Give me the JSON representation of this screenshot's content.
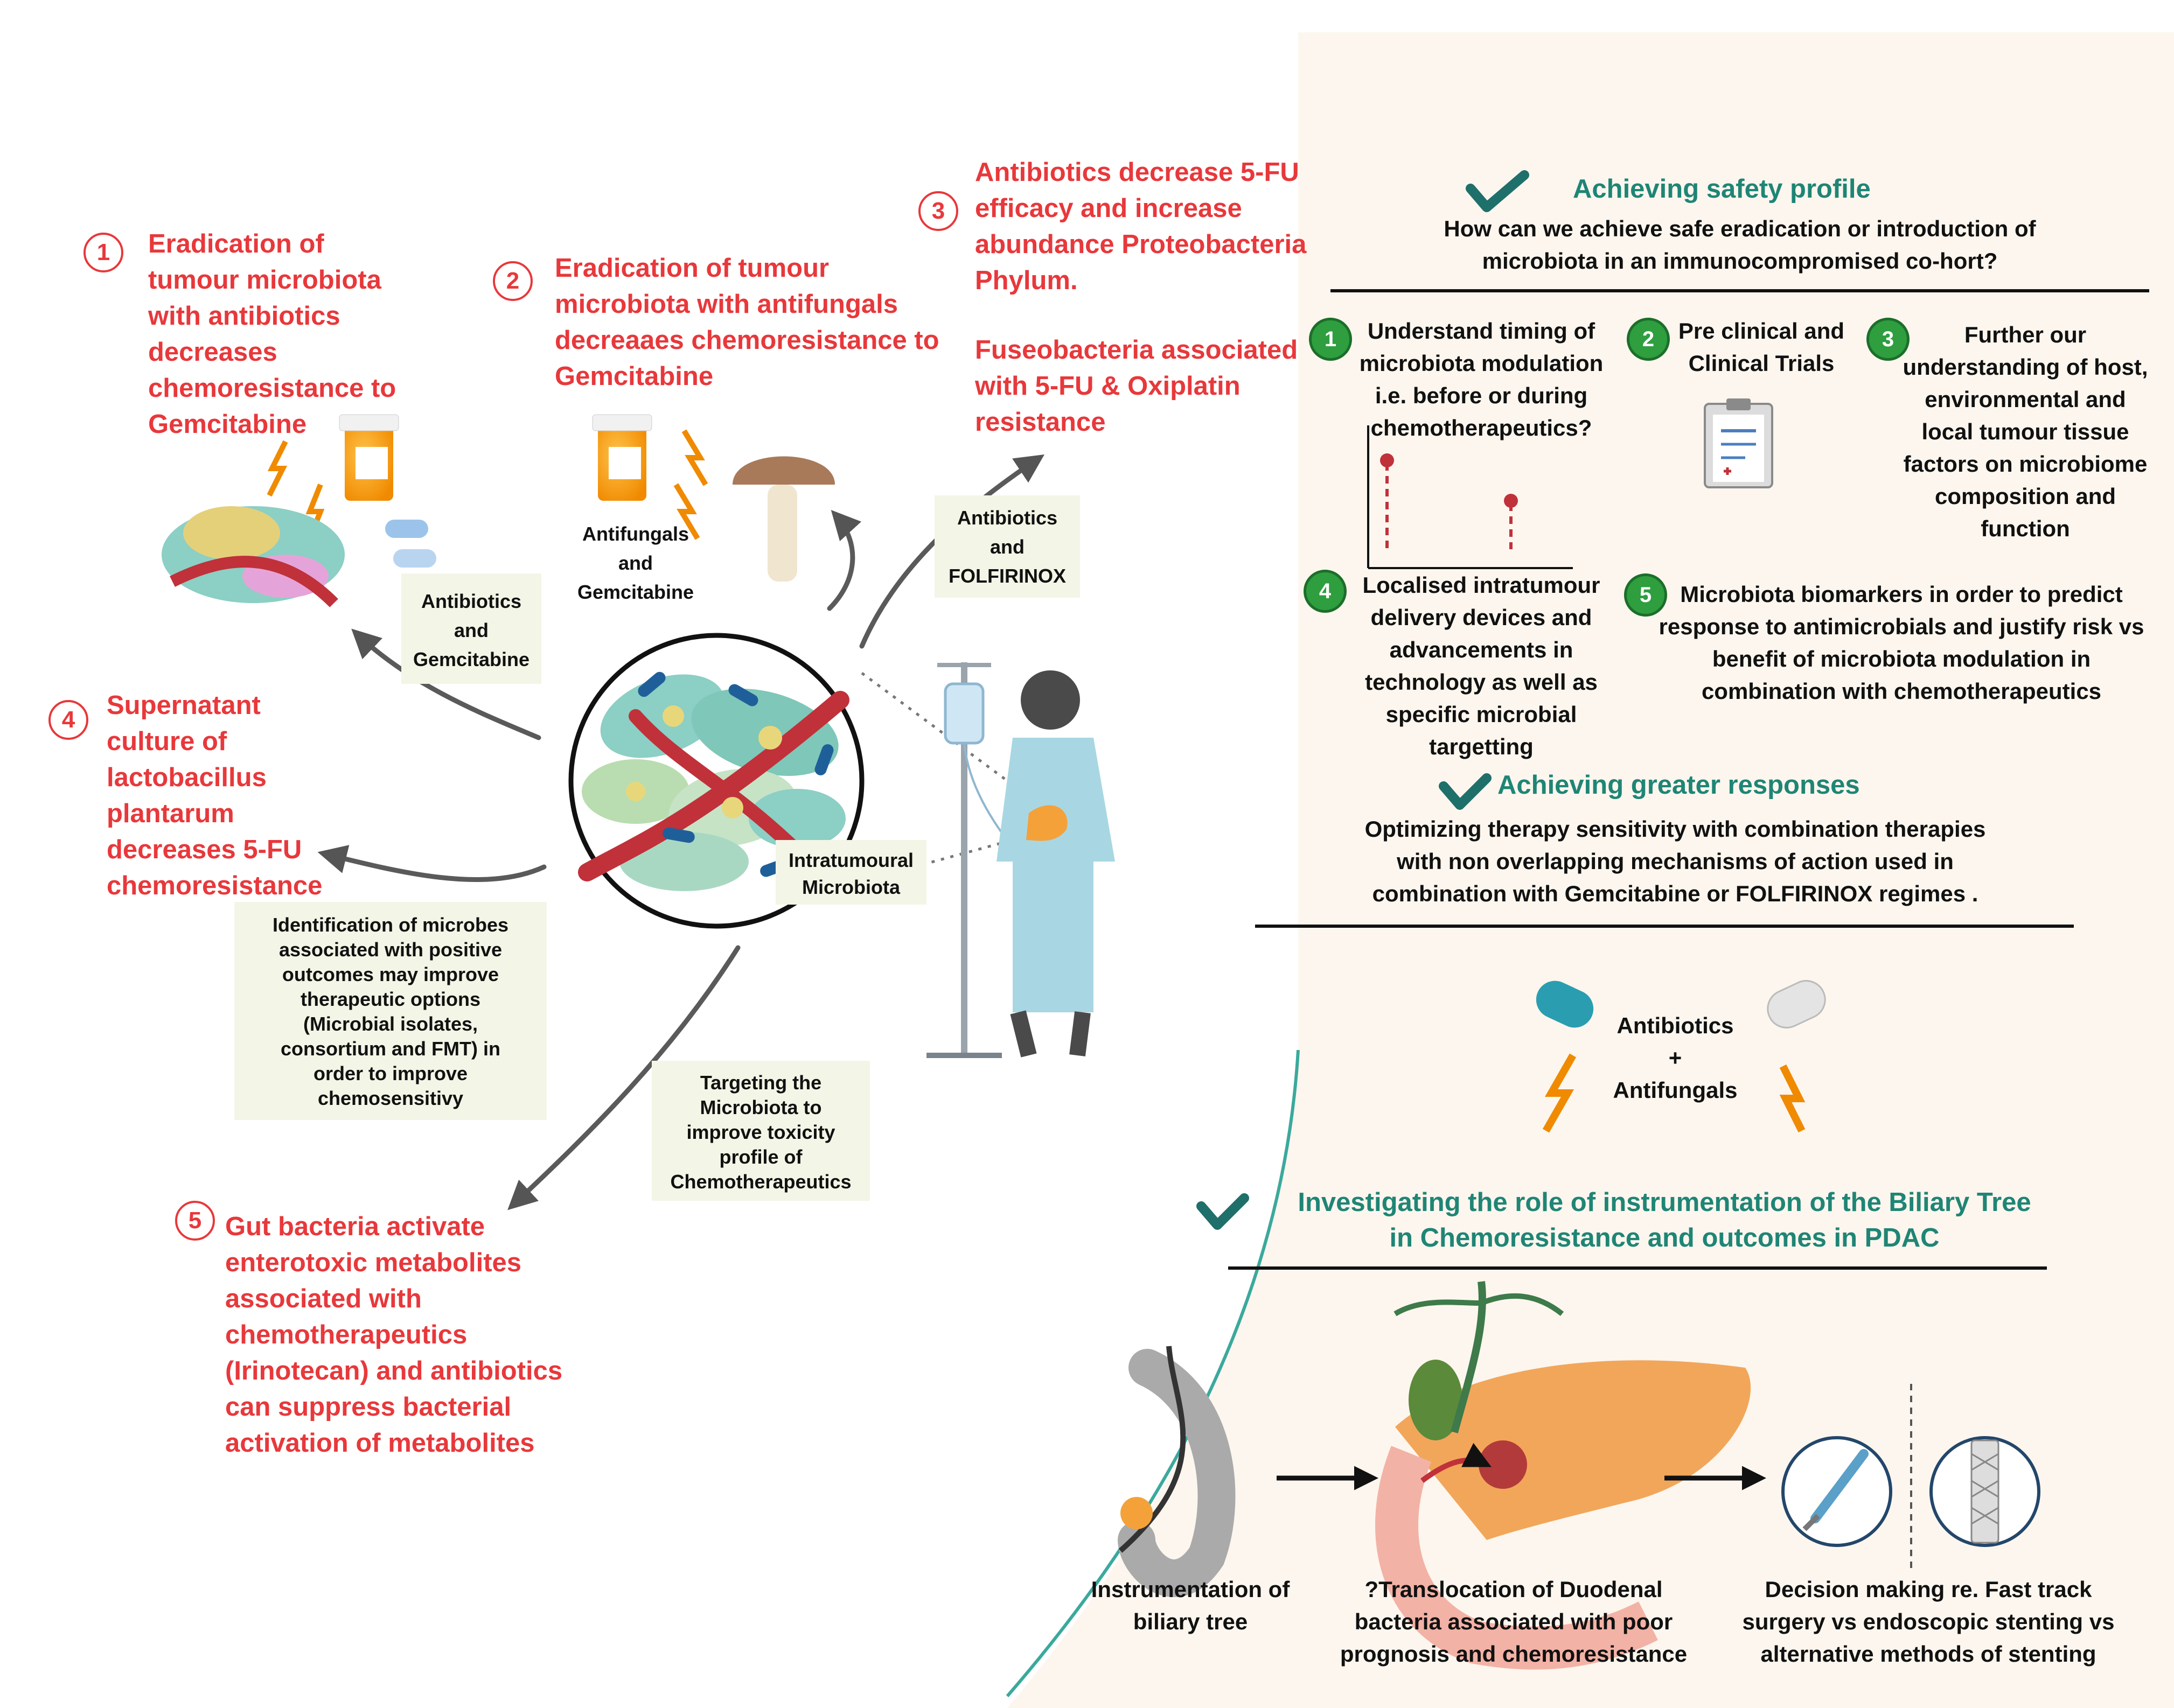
{
  "left": {
    "findings": [
      {
        "num": "1",
        "text": "Eradication of\ntumour microbiota\nwith antibiotics\ndecreases\nchemoresistance to\nGemcitabine"
      },
      {
        "num": "2",
        "text": "Eradication of tumour\nmicrobiota with antifungals\ndecreaaes chemoresistance to\nGemcitabine"
      },
      {
        "num": "3",
        "text": "Antibiotics decrease 5-FU\nefficacy and increase\nabundance Proteobacteria\nPhylum."
      },
      {
        "num": "",
        "text": "Fuseobacteria associated\nwith 5-FU & Oxiplatin\nresistance"
      },
      {
        "num": "4",
        "text": "Supernatant\nculture of\nlactobacillus\nplantarum\ndecreases 5-FU\nchemoresistance"
      },
      {
        "num": "5",
        "text": "Gut bacteria activate\nenterotoxic metabolites\nassociated with\nchemotherapeutics\n(Irinotecan) and antibiotics\ncan suppress bacterial\nactivation of metabolites"
      }
    ],
    "labels": {
      "antibiotics_gemcitabine": "Antibiotics\nand\nGemcitabine",
      "antifungals_gemcitabine": "Antifungals\nand\nGemcitabine",
      "antibiotics_folfirinox": "Antibiotics\nand\nFOLFIRINOX",
      "intratumoural": "Intratumoural\nMicrobiota",
      "identification": "Identification of microbes\nassociated with positive\noutcomes may improve\ntherapeutic options\n(Microbial isolates,\nconsortium and FMT) in\norder to improve\nchemosensitivy",
      "targeting": "Targeting the\nMicrobiota to\nimprove toxicity\nprofile of\nChemotherapeutics"
    }
  },
  "right": {
    "safety": {
      "heading": "Achieving safety profile",
      "question": "How can we achieve safe eradication or introduction of\nmicrobiota in an immunocompromised co-hort?"
    },
    "points": [
      {
        "num": "1",
        "text": "Understand timing of\nmicrobiota modulation\ni.e. before or during\nchemotherapeutics?"
      },
      {
        "num": "2",
        "text": "Pre clinical and\nClinical Trials"
      },
      {
        "num": "3",
        "text": "Further our\nunderstanding of host,\nenvironmental and\nlocal tumour tissue\nfactors on microbiome\ncomposition and\nfunction"
      },
      {
        "num": "4",
        "text": "Localised intratumour\ndelivery devices and\nadvancements in\ntechnology as well as\nspecific microbial\ntargetting"
      },
      {
        "num": "5",
        "text": "Microbiota biomarkers in order to predict\nresponse to antimicrobials and justify risk vs\nbenefit of microbiota modulation in\ncombination with chemotherapeutics"
      }
    ],
    "responses": {
      "heading": "Achieving greater responses",
      "text": "Optimizing therapy sensitivity with combination therapies\nwith non overlapping mechanisms of action used in\ncombination with  Gemcitabine or FOLFIRINOX regimes ."
    },
    "combo": "Antibiotics\n+\nAntifungals",
    "biliary": {
      "heading": "Investigating the role of instrumentation of the Biliary Tree\nin Chemoresistance and outcomes in PDAC",
      "steps": [
        "Instrumentation of\nbiliary tree",
        "?Translocation of Duodenal\nbacteria associated with poor\nprognosis and chemoresistance",
        "Decision making re. Fast track\nsurgery vs endoscopic stenting vs\nalternative methods of stenting"
      ]
    }
  },
  "colors": {
    "red": "#e8383b",
    "teal": "#1f8575",
    "green": "#2e9e3f",
    "panel": "#fcf6ee",
    "box": "#f3f5e6"
  }
}
